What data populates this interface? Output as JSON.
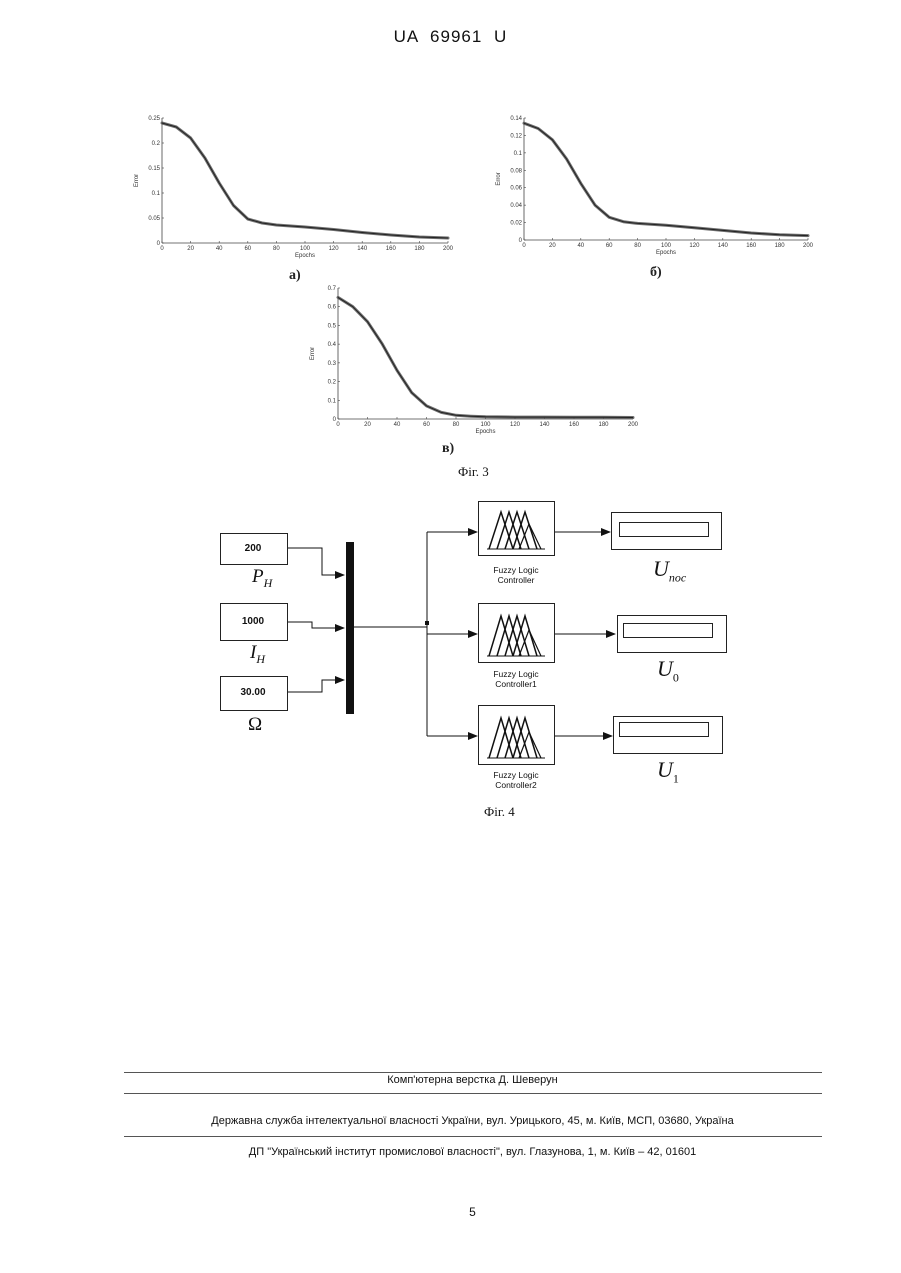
{
  "header": {
    "doc_number": "UA   69961   U"
  },
  "figure3": {
    "caption": "Фіг. 3",
    "panels": [
      {
        "label": "а)"
      },
      {
        "label": "б)"
      },
      {
        "label": "в)"
      }
    ]
  },
  "chart_data": [
    {
      "type": "line",
      "title": "",
      "xlabel": "Epochs",
      "ylabel": "Error",
      "xlim": [
        0,
        200
      ],
      "ylim": [
        0,
        0.25
      ],
      "xticks": [
        "0",
        "20",
        "40",
        "60",
        "80",
        "100",
        "120",
        "140",
        "160",
        "180",
        "200"
      ],
      "yticks": [
        "0",
        "0.05",
        "0.1",
        "0.15",
        "0.2",
        "0.25"
      ],
      "x": [
        0,
        10,
        20,
        30,
        40,
        50,
        60,
        70,
        80,
        100,
        120,
        140,
        160,
        180,
        200
      ],
      "y": [
        0.24,
        0.232,
        0.21,
        0.17,
        0.12,
        0.075,
        0.048,
        0.04,
        0.036,
        0.032,
        0.027,
        0.021,
        0.016,
        0.012,
        0.01
      ]
    },
    {
      "type": "line",
      "title": "",
      "xlabel": "Epochs",
      "ylabel": "Error",
      "xlim": [
        0,
        200
      ],
      "ylim": [
        0,
        0.14
      ],
      "xticks": [
        "0",
        "20",
        "40",
        "60",
        "80",
        "100",
        "120",
        "140",
        "160",
        "180",
        "200"
      ],
      "yticks": [
        "0",
        "0.02",
        "0.04",
        "0.06",
        "0.08",
        "0.1",
        "0.12",
        "0.14"
      ],
      "x": [
        0,
        10,
        20,
        30,
        40,
        50,
        60,
        70,
        80,
        100,
        120,
        140,
        160,
        180,
        200
      ],
      "y": [
        0.134,
        0.128,
        0.115,
        0.093,
        0.065,
        0.04,
        0.026,
        0.021,
        0.019,
        0.017,
        0.014,
        0.011,
        0.008,
        0.006,
        0.005
      ]
    },
    {
      "type": "line",
      "title": "",
      "xlabel": "Epochs",
      "ylabel": "Error",
      "xlim": [
        0,
        200
      ],
      "ylim": [
        0,
        0.7
      ],
      "xticks": [
        "0",
        "20",
        "40",
        "60",
        "80",
        "100",
        "120",
        "140",
        "160",
        "180",
        "200"
      ],
      "yticks": [
        "0",
        "0.1",
        "0.2",
        "0.3",
        "0.4",
        "0.5",
        "0.6",
        "0.7"
      ],
      "x": [
        0,
        10,
        20,
        30,
        40,
        50,
        60,
        70,
        80,
        90,
        100,
        120,
        140,
        160,
        180,
        200
      ],
      "y": [
        0.65,
        0.6,
        0.52,
        0.4,
        0.26,
        0.14,
        0.07,
        0.035,
        0.02,
        0.015,
        0.012,
        0.01,
        0.01,
        0.009,
        0.009,
        0.008
      ]
    }
  ],
  "figure4": {
    "caption": "Фіг. 4",
    "inputs": [
      {
        "value": "200",
        "symbol": "P",
        "sub": "H"
      },
      {
        "value": "1000",
        "symbol": "I",
        "sub": "H"
      },
      {
        "value": "30.00",
        "symbol": "Ω",
        "sub": ""
      }
    ],
    "controllers": [
      {
        "label_line1": "Fuzzy Logic",
        "label_line2": "Controller"
      },
      {
        "label_line1": "Fuzzy Logic",
        "label_line2": "Controller1"
      },
      {
        "label_line1": "Fuzzy Logic",
        "label_line2": "Controller2"
      }
    ],
    "outputs": [
      {
        "symbol": "U",
        "sub": "пос"
      },
      {
        "symbol": "U",
        "sub": "0"
      },
      {
        "symbol": "U",
        "sub": "1"
      }
    ]
  },
  "footer": {
    "typesetting": "Комп'ютерна верстка Д. Шеверун",
    "agency": "Державна служба інтелектуальної власності України, вул. Урицького, 45, м. Київ, МСП, 03680, Україна",
    "institute": "ДП \"Український інститут промислової власності\", вул. Глазунова, 1, м. Київ – 42, 01601",
    "page_number": "5"
  }
}
